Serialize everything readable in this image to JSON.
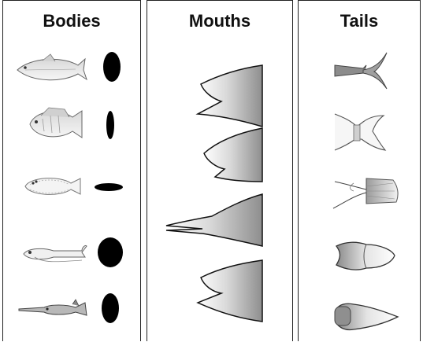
{
  "panels": {
    "bodies": {
      "title": "Bodies"
    },
    "mouths": {
      "title": "Mouths"
    },
    "tails": {
      "title": "Tails"
    }
  }
}
